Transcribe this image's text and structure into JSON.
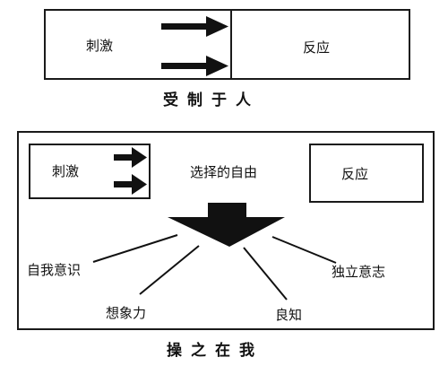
{
  "top_diagram": {
    "stimulus": "刺激",
    "response": "反应",
    "caption": "受制于人"
  },
  "bottom_diagram": {
    "stimulus": "刺激",
    "response": "反应",
    "freedom": "选择的自由",
    "endowments": {
      "self_awareness": "自我意识",
      "imagination": "想象力",
      "conscience": "良知",
      "independent_will": "独立意志"
    },
    "caption": "操之在我"
  }
}
